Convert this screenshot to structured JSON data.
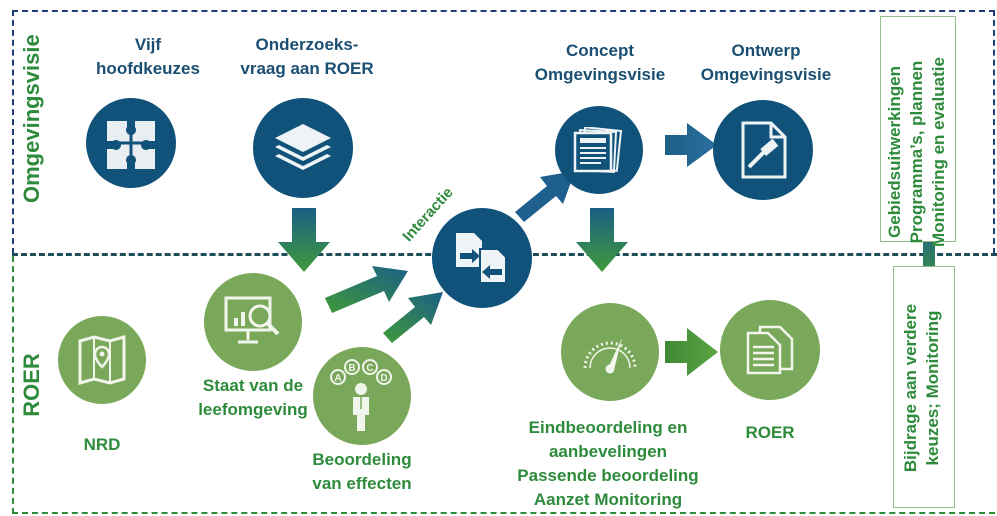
{
  "lanes": {
    "top": "Omgevingsvisie",
    "bottom": "ROER"
  },
  "nodes": {
    "vijf": "Vijf\nhoofdkeuzes",
    "onderzoeksvraag": "Onderzoeks-\nvraag aan ROER",
    "concept": "Concept\nOmgevingsvisie",
    "ontwerp": "Ontwerp\nOmgevingsvisie",
    "nrd": "NRD",
    "staat": "Staat van de\nleefomgeving",
    "beoordeling": "Beoordeling\nvan effecten",
    "eind": "Eindbeoordeling en\naanbevelingen\nPassende beoordeling\nAanzet Monitoring",
    "roer": "ROER"
  },
  "interactie": "Interactie",
  "side": {
    "top": "Gebiedsuitwerkingen\nProgramma’s, plannen\nMonitoring en evaluatie",
    "bottom": "Bijdrage aan  verdere\nkeuzes; Monitoring"
  },
  "choice_letters": [
    "A",
    "B",
    "C",
    "D"
  ],
  "colors": {
    "blue": "#11527a",
    "green": "#79a85a",
    "label_green": "#2e8b3c",
    "label_blue": "#1b4f72"
  }
}
